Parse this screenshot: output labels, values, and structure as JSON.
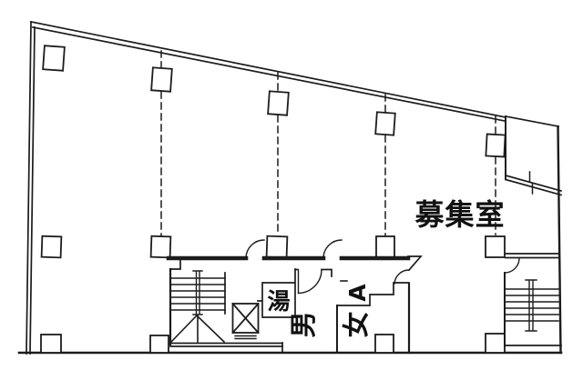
{
  "plan": {
    "room_label": "募集室",
    "bath_label": "湯",
    "mens_label": "男",
    "womens_label": "女",
    "area_label": "A",
    "colors": {
      "line": "#1c1c1c",
      "background": "#ffffff"
    }
  }
}
